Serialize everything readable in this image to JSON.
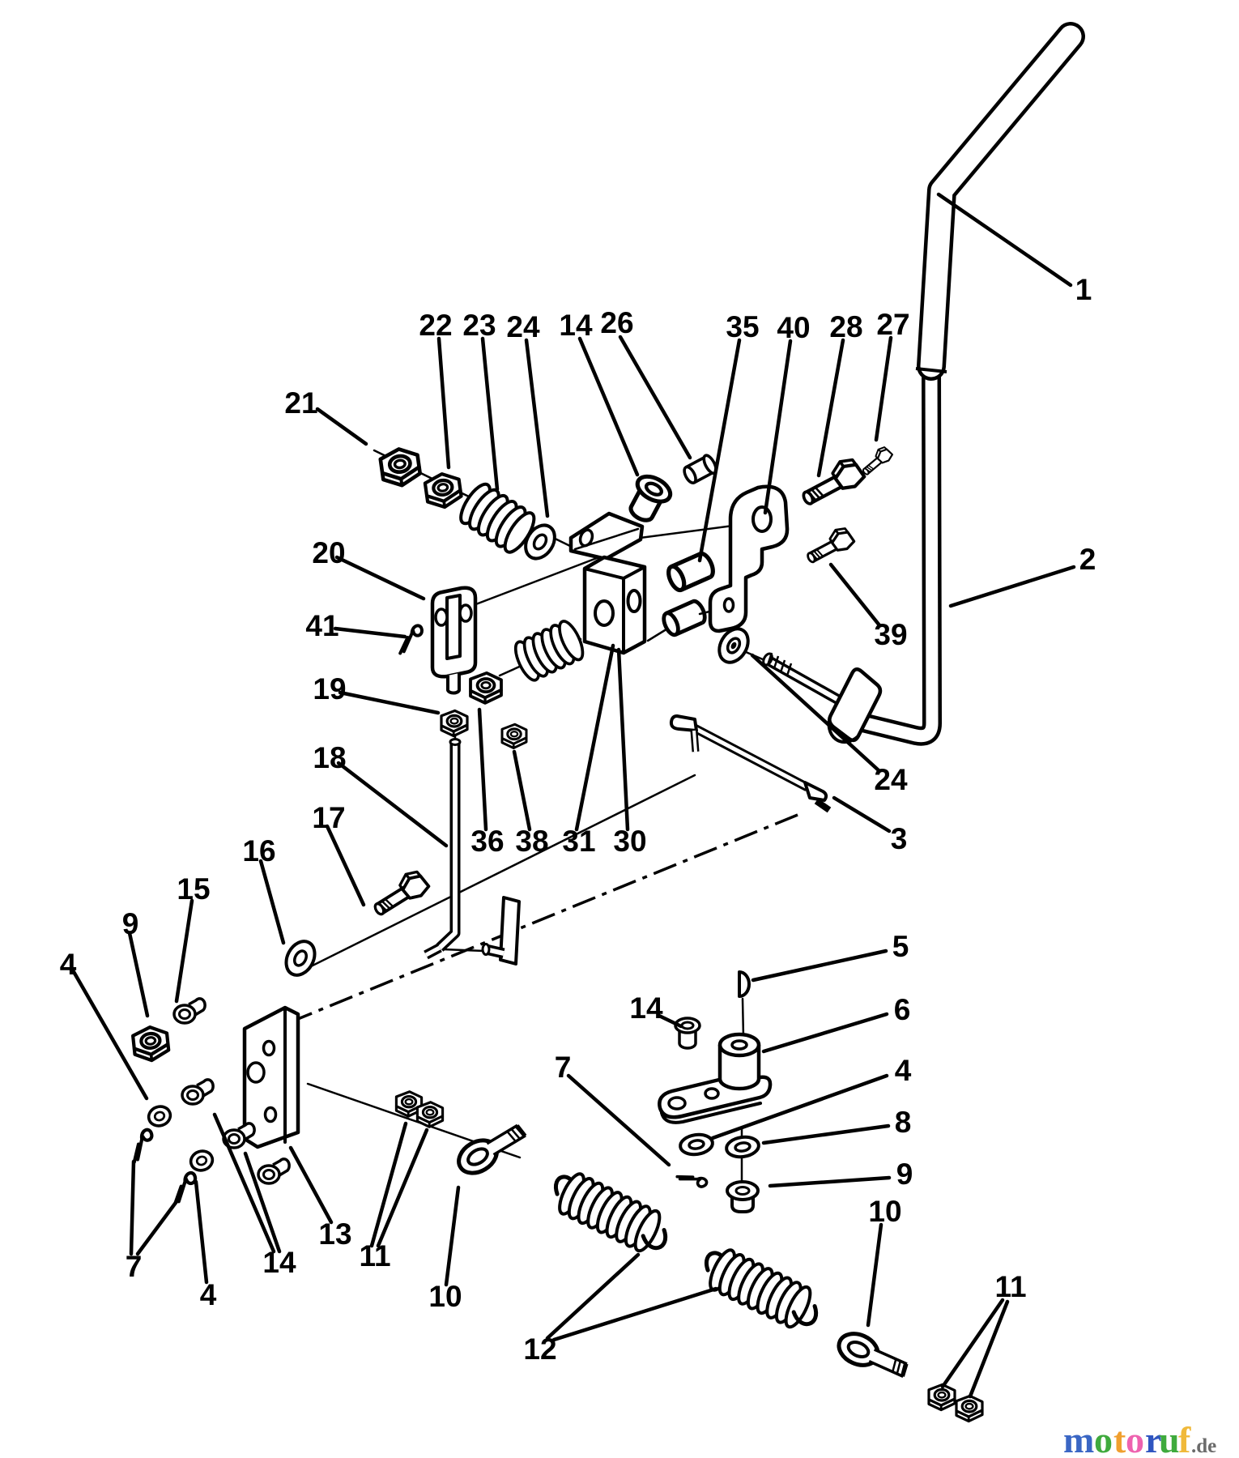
{
  "colors": {
    "ink": "#000000",
    "paper": "#ffffff"
  },
  "callouts": [
    {
      "label": "21"
    },
    {
      "label": "22"
    },
    {
      "label": "23"
    },
    {
      "label": "24"
    },
    {
      "label": "14"
    },
    {
      "label": "26"
    },
    {
      "label": "35"
    },
    {
      "label": "40"
    },
    {
      "label": "28"
    },
    {
      "label": "27"
    },
    {
      "label": "1"
    },
    {
      "label": "2"
    },
    {
      "label": "39"
    },
    {
      "label": "24"
    },
    {
      "label": "3"
    },
    {
      "label": "36"
    },
    {
      "label": "38"
    },
    {
      "label": "31"
    },
    {
      "label": "30"
    },
    {
      "label": "20"
    },
    {
      "label": "41"
    },
    {
      "label": "19"
    },
    {
      "label": "18"
    },
    {
      "label": "17"
    },
    {
      "label": "16"
    },
    {
      "label": "15"
    },
    {
      "label": "9"
    },
    {
      "label": "4"
    },
    {
      "label": "7"
    },
    {
      "label": "4"
    },
    {
      "label": "14"
    },
    {
      "label": "13"
    },
    {
      "label": "11"
    },
    {
      "label": "10"
    },
    {
      "label": "12"
    },
    {
      "label": "5"
    },
    {
      "label": "6"
    },
    {
      "label": "4"
    },
    {
      "label": "8"
    },
    {
      "label": "9"
    },
    {
      "label": "10"
    },
    {
      "label": "11"
    },
    {
      "label": "14"
    },
    {
      "label": "7"
    }
  ],
  "watermark": {
    "letters": [
      {
        "ch": "m",
        "color": "#3a66c4"
      },
      {
        "ch": "o",
        "color": "#3faa3d"
      },
      {
        "ch": "t",
        "color": "#f09f2e"
      },
      {
        "ch": "o",
        "color": "#ee62af"
      },
      {
        "ch": "r",
        "color": "#2f55c0"
      },
      {
        "ch": "u",
        "color": "#3faa3d"
      },
      {
        "ch": "f",
        "color": "#f0b93a"
      }
    ],
    "suffix": ".de",
    "suffix_color": "#6b6b6b"
  }
}
